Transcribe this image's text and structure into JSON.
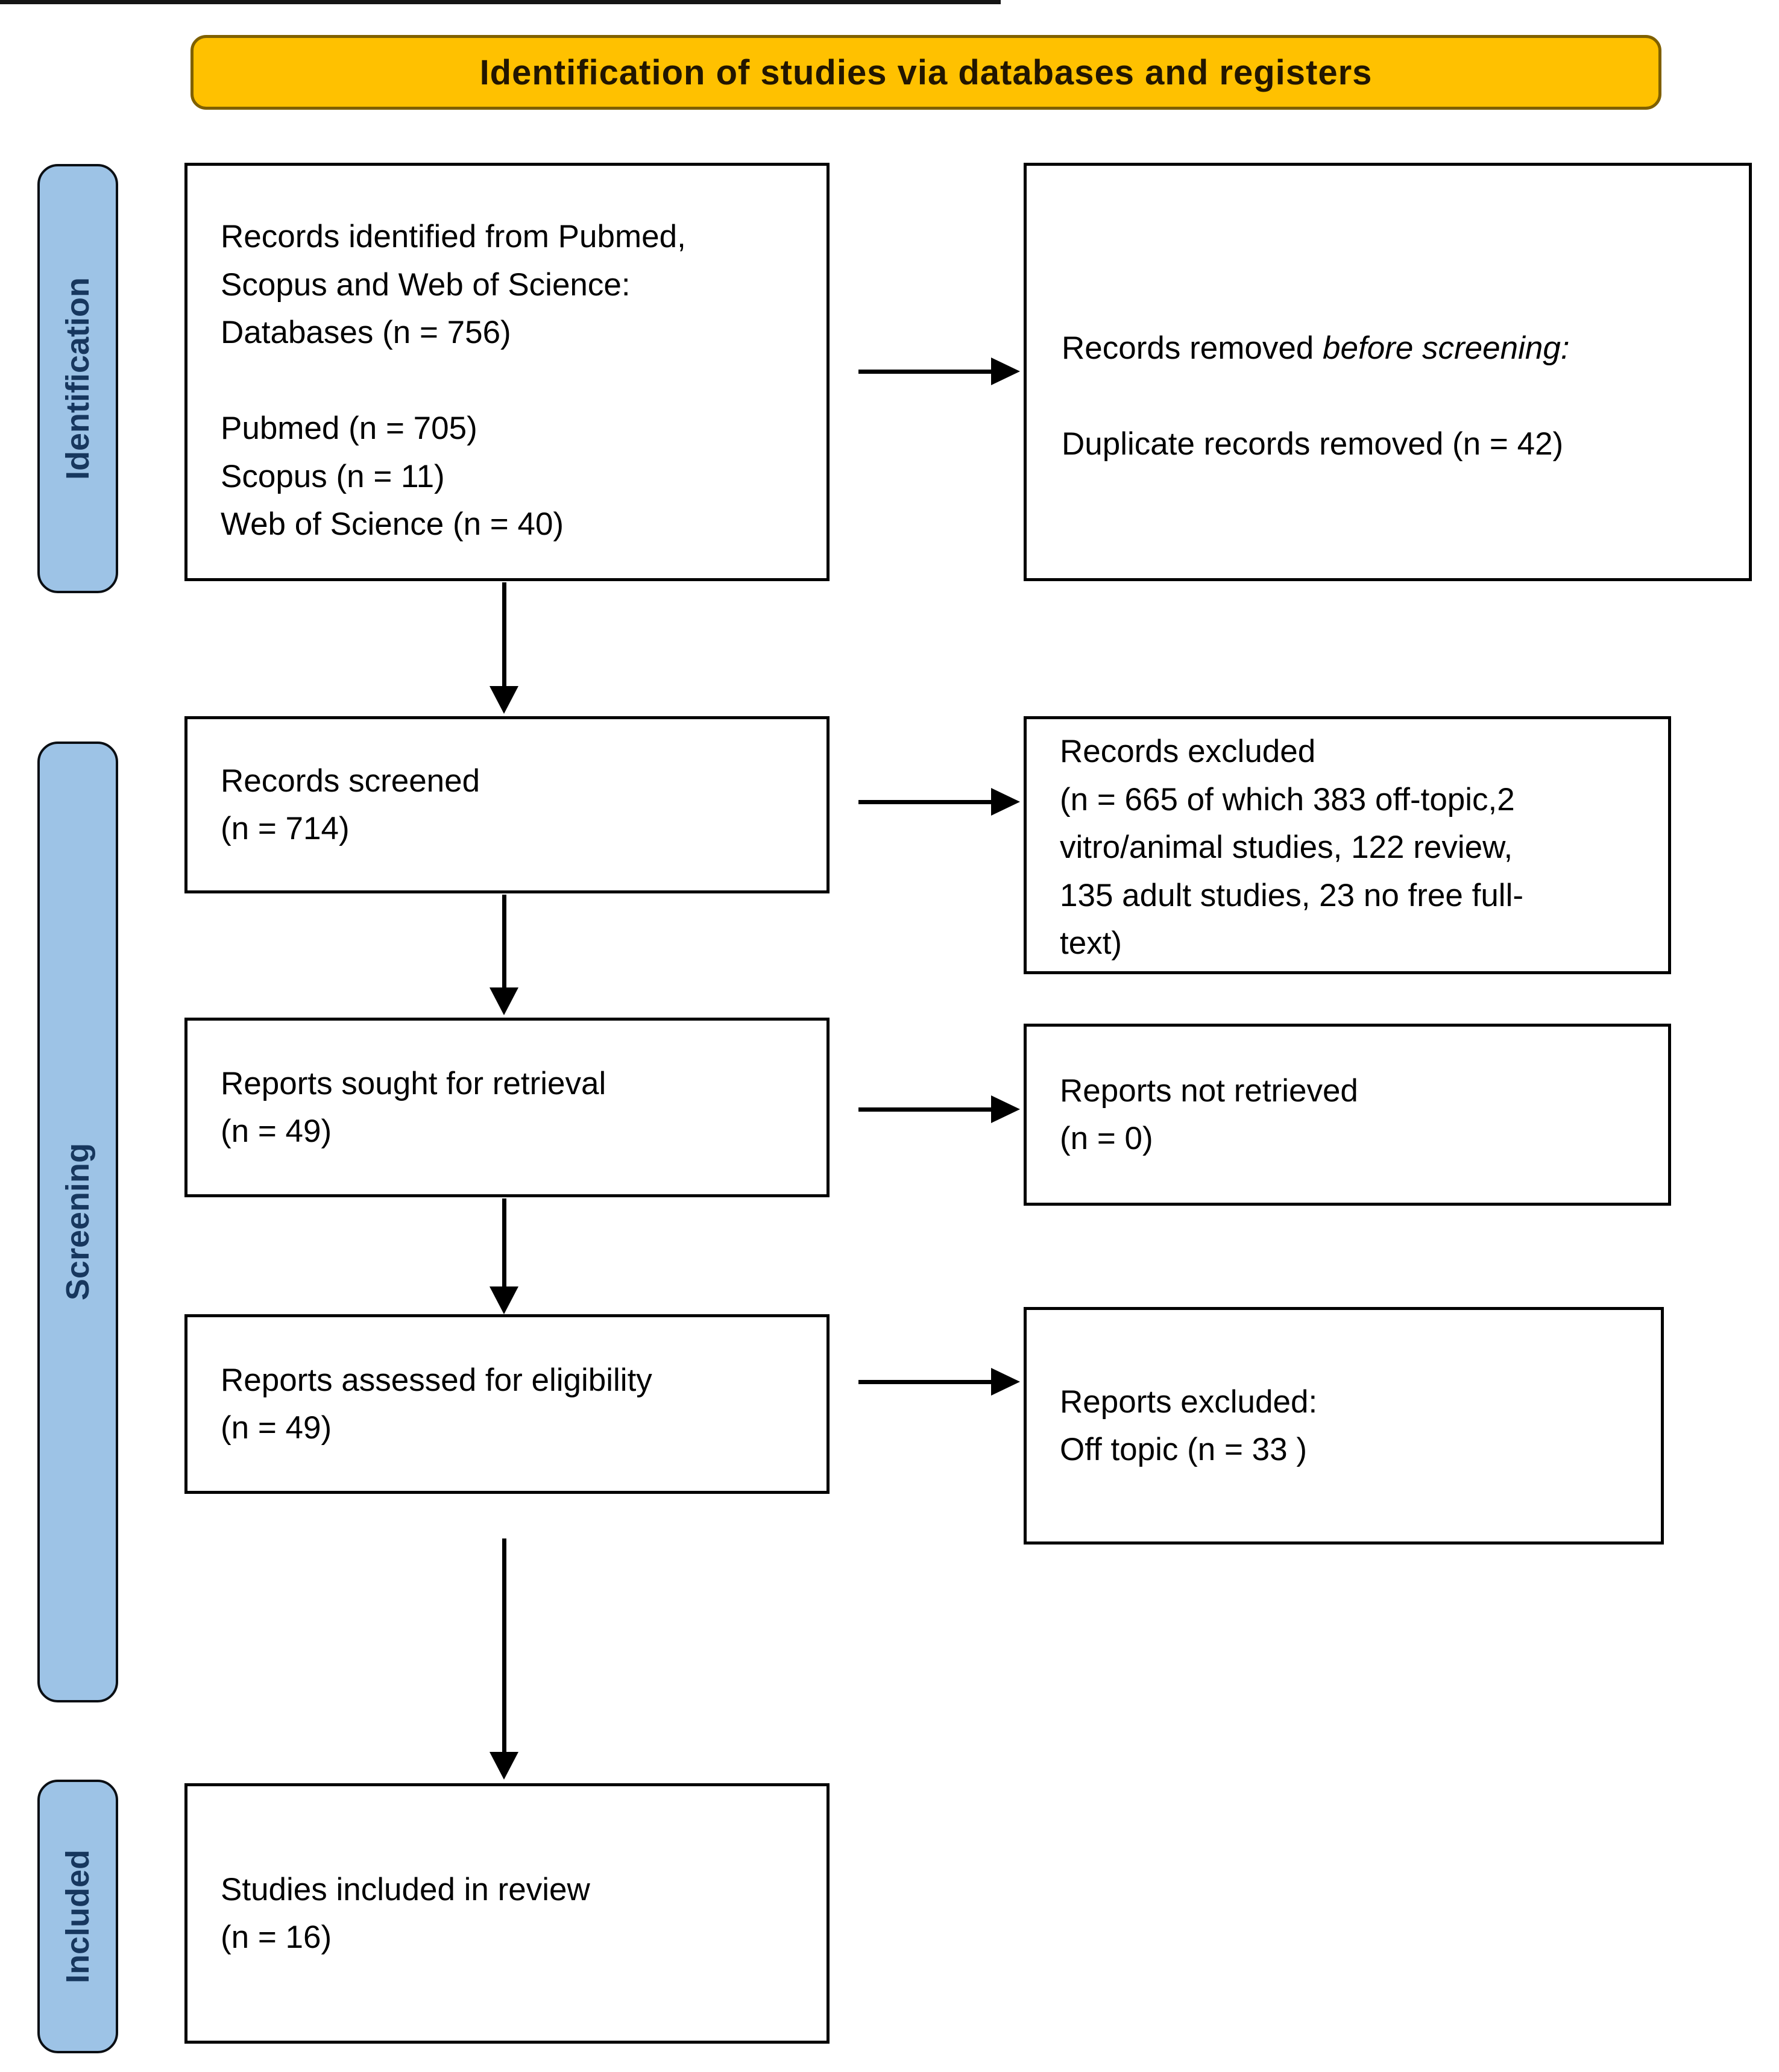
{
  "banner": {
    "title": "Identification of studies via databases and registers"
  },
  "sidebar": {
    "labels": [
      {
        "id": "identification",
        "label": "Identification"
      },
      {
        "id": "screening",
        "label": "Screening"
      },
      {
        "id": "included",
        "label": "Included"
      }
    ]
  },
  "boxes": {
    "records_identified": {
      "text": "Records identified from Pubmed,\nScopus and Web of Science:\nDatabases (n = 756)\n\nPubmed (n = 705)\nScopus (n = 11)\nWeb of Science (n = 40)"
    },
    "records_removed": {
      "prefix": "Records removed ",
      "italic": "before screening:",
      "line2": "Duplicate records removed  (n = 42)"
    },
    "records_screened": {
      "text": "Records screened\n(n = 714)"
    },
    "records_excluded": {
      "text": "Records excluded\n(n = 665 of which 383 off-topic,2\nvitro/animal studies, 122 review,\n135 adult studies, 23 no free full-\ntext)"
    },
    "reports_sought": {
      "text": "Reports sought for retrieval\n(n = 49)"
    },
    "reports_not_retrieved": {
      "text": "Reports not retrieved\n(n = 0)"
    },
    "reports_assessed": {
      "text": "Reports assessed for eligibility\n(n = 49)"
    },
    "reports_excluded": {
      "text": "Reports excluded:\nOff topic (n = 33 )"
    },
    "studies_included": {
      "text": "Studies included in review\n(n = 16)"
    }
  },
  "colors": {
    "banner-fill": "#FFC100",
    "banner-border": "#7F6000",
    "banner-text": "#221600",
    "tab-fill": "#9DC3E6",
    "tab-border": "#0B0F14",
    "tab-text": "#17375E",
    "box-border": "#000000",
    "box-fill": "#FFFFFF",
    "arrow-color": "#000000",
    "page-bg": "#FFFFFF"
  }
}
